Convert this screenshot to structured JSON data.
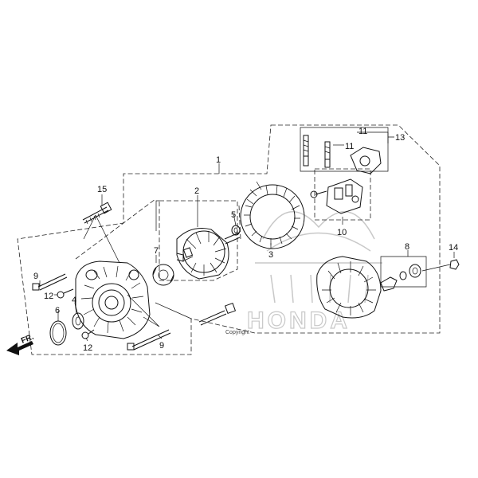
{
  "callouts": {
    "p1": "1",
    "p2": "2",
    "p3": "3",
    "p4": "4",
    "p5": "5",
    "p6": "6",
    "p7": "7",
    "p8": "8",
    "p9a": "9",
    "p9b": "9",
    "p10": "10",
    "p11a": "11",
    "p11b": "11",
    "p12a": "12",
    "p12b": "12",
    "p13": "13",
    "p14": "14",
    "p15": "15"
  },
  "direction_arrow": {
    "label": "FR."
  },
  "watermark": {
    "brand": "HONDA",
    "copyright": "Copyright"
  }
}
